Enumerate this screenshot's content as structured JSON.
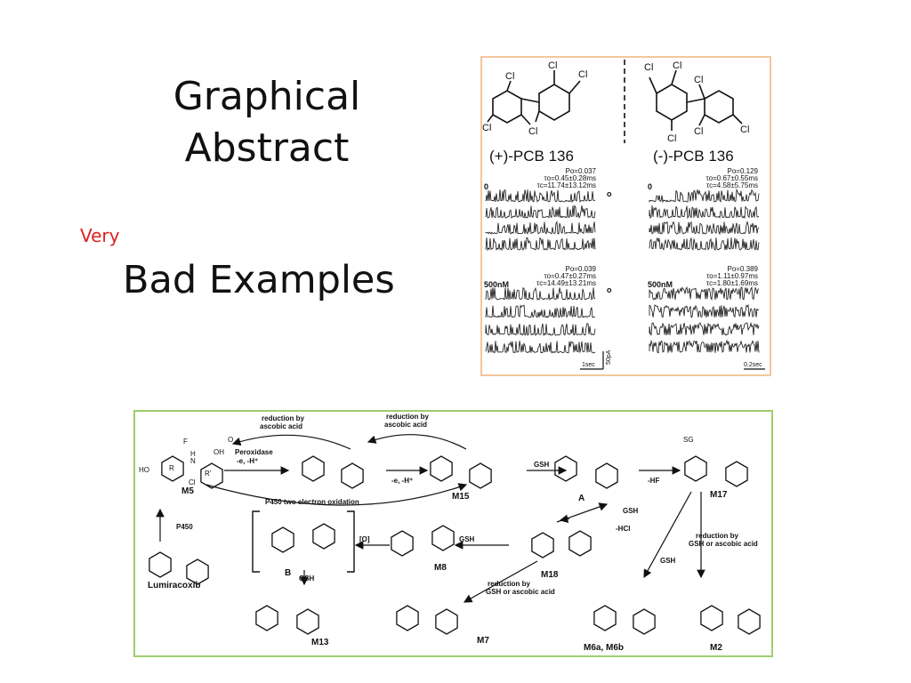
{
  "slide": {
    "title_line1": "Graphical",
    "title_line2": "Abstract",
    "very": "Very",
    "subtitle": "Bad Examples"
  },
  "figure_pcb": {
    "cl_labels": [
      "Cl",
      "Cl",
      "Cl",
      "Cl",
      "Cl",
      "Cl",
      "Cl",
      "Cl",
      "Cl",
      "Cl",
      "Cl",
      "Cl"
    ],
    "left_title": "(+)-PCB 136",
    "right_title": "(-)-PCB 136",
    "left_top": {
      "label": "0",
      "po": "Po=0.037",
      "to": "τo=0.45±0.28ms",
      "tc": "τc=11.74±13.12ms"
    },
    "right_top": {
      "label": "0",
      "po": "Po=0.129",
      "to": "τo=0.67±0.55ms",
      "tc": "τc=4.58±5.75ms"
    },
    "left_bottom": {
      "label": "500nM",
      "po": "Po=0.039",
      "to": "τo=0.47±0.27ms",
      "tc": "τc=14.49±13.21ms"
    },
    "right_bottom": {
      "label": "500nM",
      "po": "Po=0.389",
      "to": "τo=1.11±0.97ms",
      "tc": "τc=1.80±1.69ms"
    },
    "marker_o": "o",
    "scale_left": "1sec",
    "scale_amp": "50pA",
    "scale_right": "0.2sec"
  },
  "figure_metabolism": {
    "compounds": {
      "m5": "M5",
      "m15": "M15",
      "a": "A",
      "m17": "M17",
      "b": "B",
      "m8": "M8",
      "m18": "M18",
      "lumiracoxib": "Lumiracoxib",
      "m13": "M13",
      "m7": "M7",
      "m6": "M6a, M6b",
      "m2": "M2"
    },
    "arrows": {
      "reduction_top1": "reduction by",
      "reduction_top1b": "ascobic acid",
      "reduction_top2": "reduction by",
      "reduction_top2b": "ascobic acid",
      "peroxidase": "Peroxidase",
      "peroxidase2": "-e, -H⁺",
      "e_h": "-e, -H⁺",
      "gsh1": "GSH",
      "hf": "-HF",
      "p450_two": "P450 two electron oxidation",
      "p450": "P450",
      "o": "[O]",
      "gsh2": "GSH",
      "gsh3": "GSH",
      "hcl": "-HCl",
      "gsh4": "GSH",
      "gsh5": "GSH",
      "reduction_gsh1": "reduction by",
      "reduction_gsh1b": "GSH or ascobic acid",
      "reduction_gsh2": "reduction by",
      "reduction_gsh2b": "GSH or ascobic acid"
    },
    "atoms": {
      "f": "F",
      "h": "H",
      "n": "N",
      "r": "R",
      "rp": "R'",
      "cl": "Cl",
      "ho": "HO",
      "oh": "OH",
      "o": "O",
      "sg": "SG"
    }
  }
}
